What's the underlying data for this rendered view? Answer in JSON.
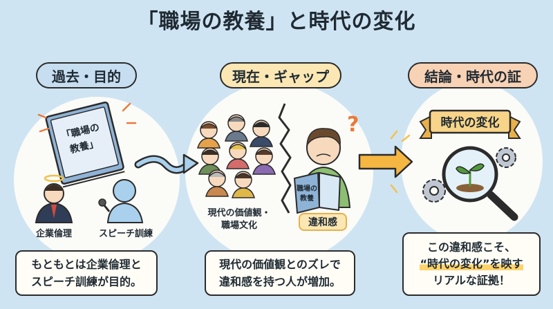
{
  "title": "「職場の教養」と時代の変化",
  "sections": [
    {
      "pill": "過去・目的",
      "pill_color": "#c7ddf0"
    },
    {
      "pill": "現在・ギャップ",
      "pill_color": "#fbe7b3"
    },
    {
      "pill": "結論・時代の証",
      "pill_color": "#f8d2b4"
    }
  ],
  "book_left": [
    "「職場の",
    "教養」"
  ],
  "book_mid": [
    "職場の",
    "教養"
  ],
  "labels": {
    "ethics": "企業倫理",
    "speech": "スピーチ訓練",
    "values": [
      "現代の価値観・",
      "職場文化"
    ],
    "discomfort": "違和感",
    "ribbon": "時代の変化"
  },
  "notes": {
    "left": [
      "もともとは企業倫理と",
      "スピーチ訓練が目的。"
    ],
    "mid": [
      "現代の価値観とのズレで",
      "違和感を持つ人が増加。"
    ],
    "right": [
      "この違和感こそ、",
      "“時代の変化”を映す",
      "リアルな証拠！"
    ]
  },
  "colors": {
    "background": "#cfe4f2",
    "accent": "#f5b642",
    "plant": "#4f9a3c"
  }
}
